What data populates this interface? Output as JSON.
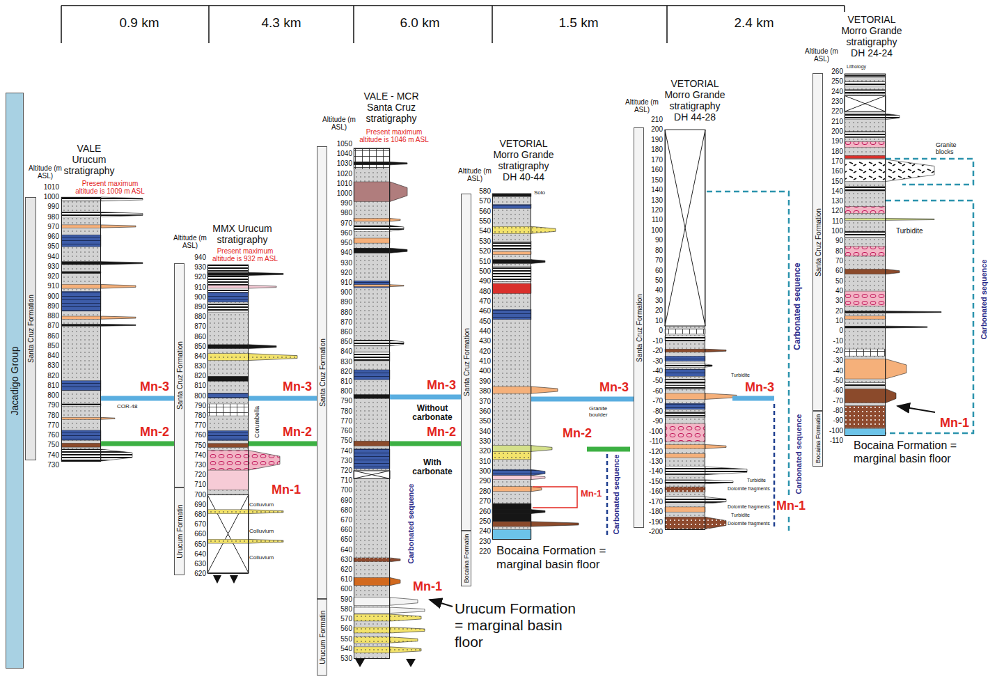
{
  "diagram": {
    "nodes": [
      {
        "text": [
          "Jacadigo Group"
        ]
      },
      {
        "text": [
          "Santa Cruz Formation"
        ]
      },
      {
        "text": [
          "VALE Urucum stratigraphy",
          "Present maximum altitude is 1009 m ASL"
        ]
      },
      {
        "text": [
          "Santa Cruz Formation"
        ]
      },
      {
        "text": [
          "Urucum Formatin"
        ]
      },
      {
        "text": [
          "MMX Urucum stratigraphy",
          "Present maximum altitude is 932 m ASL"
        ]
      },
      {
        "text": [
          "Santa Cruz Formation"
        ]
      },
      {
        "text": [
          "Urucum Formatin"
        ]
      },
      {
        "text": [
          "VALE - MCR Santa Cruz stratigraphy",
          "Present maximum altitude is 1046 m ASL"
        ]
      },
      {
        "text": [
          "Santa Cruz Formation"
        ]
      },
      {
        "text": [
          "Bocaina Formatin"
        ]
      },
      {
        "text": [
          "VETORIAL Morro Grande stratigraphy DH 40-44"
        ]
      },
      {
        "text": [
          "Santa Cruz Formation"
        ]
      },
      {
        "text": [
          "VETORIAL Morro Grande stratigraphy DH 44-28"
        ]
      },
      {
        "text": [
          "Santa Cruz Formation"
        ]
      },
      {
        "text": [
          "Bocaina Formatin"
        ]
      },
      {
        "text": [
          "VETORIAL Morro Grande stratigraphy DH 24-24"
        ]
      }
    ],
    "edges": [
      {
        "from": 2,
        "to": 3,
        "arrow": "none",
        "label": "Mn-3"
      },
      {
        "from": 5,
        "to": 6,
        "arrow": "none",
        "label": "Mn-3"
      },
      {
        "from": 8,
        "to": 9,
        "arrow": "none",
        "label": "Mn-3"
      },
      {
        "from": 11,
        "to": 12,
        "arrow": "none",
        "label": "Mn-3"
      },
      {
        "from": 2,
        "to": 3,
        "arrow": "none",
        "label": "Mn-2"
      },
      {
        "from": 5,
        "to": 6,
        "arrow": "none",
        "label": "Mn-2"
      },
      {
        "from": 8,
        "to": 9,
        "arrow": "none",
        "label": "Mn-2"
      }
    ],
    "labels": [
      "0.9 km",
      "4.3 km",
      "6.0 km",
      "1.5 km",
      "2.4 km",
      "Altitude (m ASL)",
      "1010",
      "1000",
      "990",
      "980",
      "970",
      "960",
      "950",
      "940",
      "930",
      "920",
      "910",
      "900",
      "890",
      "880",
      "870",
      "860",
      "850",
      "840",
      "830",
      "820",
      "810",
      "800",
      "790",
      "780",
      "770",
      "760",
      "750",
      "740",
      "730",
      "COR-48",
      "Altitude (m ASL)",
      "940",
      "930",
      "920",
      "910",
      "900",
      "890",
      "880",
      "870",
      "860",
      "850",
      "840",
      "830",
      "820",
      "810",
      "800",
      "790",
      "780",
      "770",
      "760",
      "750",
      "740",
      "730",
      "720",
      "710",
      "700",
      "690",
      "680",
      "670",
      "660",
      "650",
      "640",
      "630",
      "620",
      "Corumbella",
      "Colluvium",
      "Colluvium",
      "Colluvium",
      "Mn-1",
      "Altitude (m ASL)",
      "1050",
      "1040",
      "1030",
      "1020",
      "1010",
      "1000",
      "990",
      "980",
      "970",
      "960",
      "950",
      "940",
      "930",
      "920",
      "910",
      "900",
      "890",
      "880",
      "870",
      "860",
      "850",
      "840",
      "830",
      "820",
      "810",
      "800",
      "790",
      "780",
      "770",
      "760",
      "750",
      "740",
      "730",
      "720",
      "710",
      "700",
      "690",
      "680",
      "670",
      "660",
      "650",
      "640",
      "630",
      "620",
      "610",
      "600",
      "590",
      "580",
      "570",
      "560",
      "550",
      "540",
      "530",
      "Without carbonate",
      "With carbonate",
      "Carbonated sequence",
      "Mn-1",
      "Urucum Formation = marginal basin floor",
      "Altitude (m ASL)",
      "580",
      "570",
      "560",
      "550",
      "540",
      "530",
      "520",
      "510",
      "500",
      "490",
      "480",
      "470",
      "460",
      "450",
      "440",
      "430",
      "420",
      "410",
      "400",
      "390",
      "380",
      "370",
      "360",
      "350",
      "340",
      "330",
      "320",
      "310",
      "300",
      "290",
      "280",
      "270",
      "260",
      "250",
      "240",
      "230",
      "220",
      "Solo",
      "Granite boulder",
      "Mn-2",
      "Mn-1",
      "Carbonated sequence",
      "Bocaina Formation = marginal basin floor",
      "Altitude (m ASL)",
      "210",
      "200",
      "190",
      "180",
      "170",
      "160",
      "150",
      "140",
      "130",
      "120",
      "110",
      "100",
      "90",
      "80",
      "70",
      "60",
      "50",
      "40",
      "30",
      "20",
      "10",
      "0",
      "-10",
      "-20",
      "-30",
      "-40",
      "-50",
      "-60",
      "-70",
      "-80",
      "-90",
      "-100",
      "-110",
      "-120",
      "-130",
      "-140",
      "-150",
      "-160",
      "-170",
      "-180",
      "-190",
      "-200",
      "Turbidite",
      "Mn-3",
      "Carbonated sequence",
      "Carbonated sequence",
      "Turbidite",
      "Dolomite fragments",
      "Dolomite fragments",
      "Turbidite",
      "Dolomite fragments",
      "Mn-1",
      "Altitude (m ASL)",
      "Lithology",
      "260",
      "250",
      "240",
      "230",
      "220",
      "210",
      "200",
      "190",
      "180",
      "170",
      "160",
      "150",
      "140",
      "130",
      "120",
      "110",
      "100",
      "90",
      "80",
      "70",
      "60",
      "50",
      "40",
      "30",
      "20",
      "10",
      "0",
      "-10",
      "-20",
      "-30",
      "-40",
      "-50",
      "-60",
      "-70",
      "-80",
      "-90",
      "-100",
      "-110",
      "Granite blocks",
      "Turbidite",
      "Carbonated sequence",
      "Mn-1",
      "Bocaina Formation = marginal basin floor"
    ]
  }
}
